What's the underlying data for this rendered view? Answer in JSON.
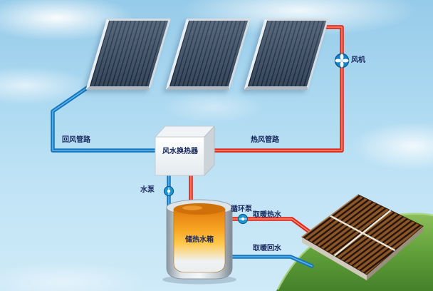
{
  "labels": {
    "fan": "风机",
    "return_air_pipe": "回风管路",
    "heat_exchanger": "风水换热器",
    "hot_air_pipe": "热风管路",
    "water_pump": "水泵",
    "circulation_pump": "循环泵",
    "storage_tank": "储热水箱",
    "heating_hot_water": "取暖热水",
    "heating_return_water": "取暖回水"
  },
  "colors": {
    "hot_pipe_red": "#e2271b",
    "cold_pipe_blue": "#1277c0",
    "sky_blue": "#a4d3ee",
    "collector_panel_dark": "#2d3f53",
    "tank_liquid_orange": "#f09a1c",
    "grass_green": "#5f9c3c",
    "label_text": "#16265c"
  }
}
